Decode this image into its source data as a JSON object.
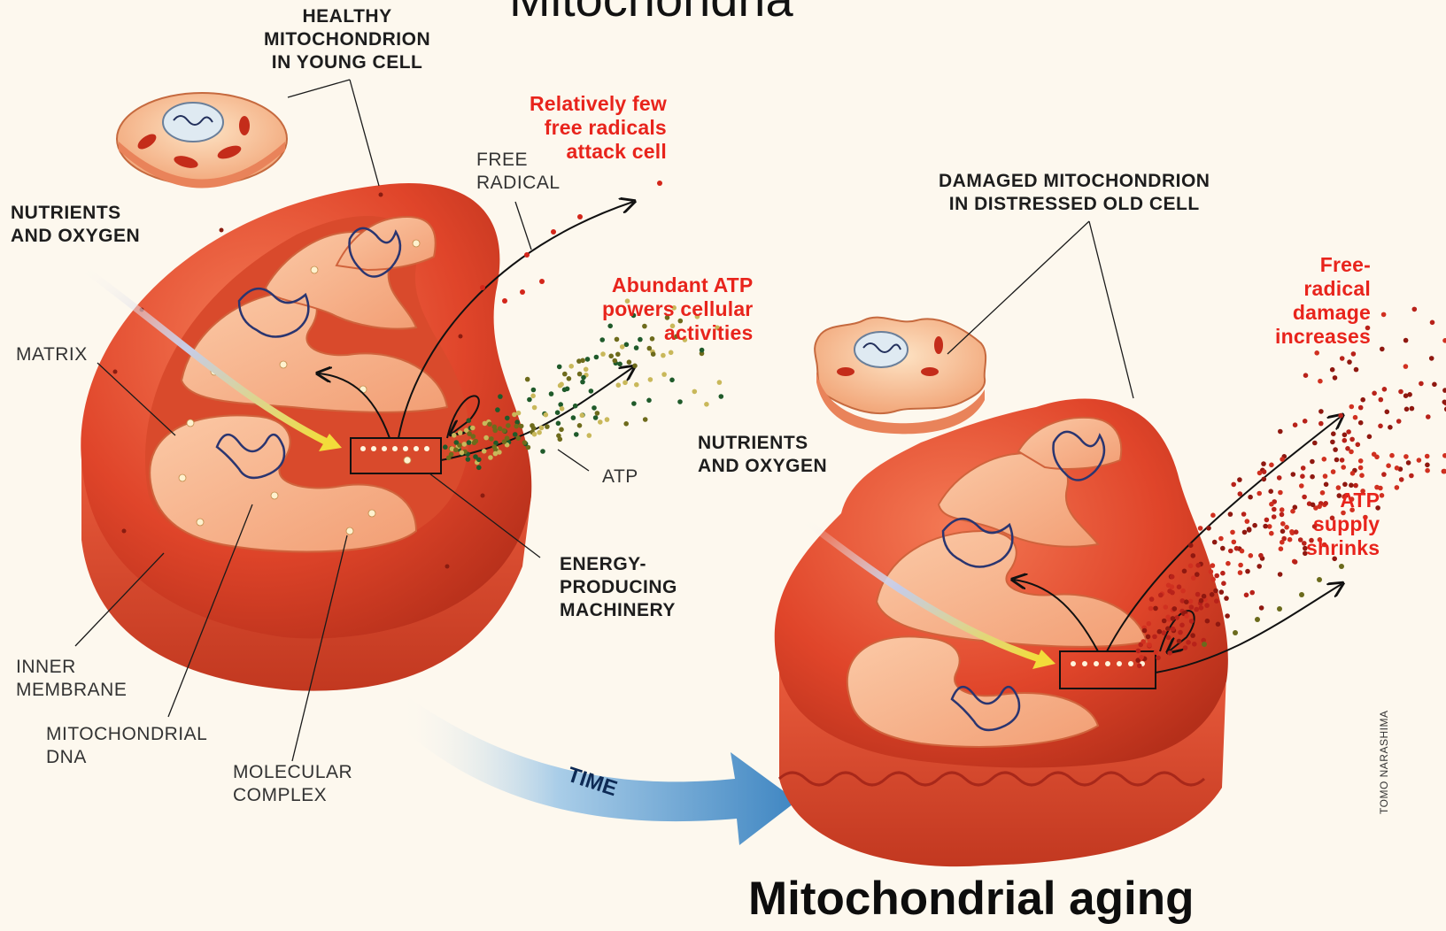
{
  "title": "Mitochondria",
  "subtitle": "Mitochondrial aging",
  "credit": "TOMO NARASHIMA",
  "arrow_label": "TIME",
  "healthy": {
    "heading": "HEALTHY\nMITOCHONDRION\nIN YOUNG CELL",
    "nutrients": "NUTRIENTS\nAND OXYGEN",
    "free_radical": "FREE\nRADICAL",
    "few_radicals": "Relatively few\nfree radicals\nattack cell",
    "abundant_atp": "Abundant ATP\npowers cellular\nactivities",
    "atp": "ATP",
    "matrix": "MATRIX",
    "energy": "ENERGY-\nPRODUCING\nMACHINERY",
    "inner_membrane": "INNER\nMEMBRANE",
    "mito_dna": "MITOCHONDRIAL\nDNA",
    "molecular_complex": "MOLECULAR\nCOMPLEX"
  },
  "damaged": {
    "heading": "DAMAGED MITOCHONDRION\nIN DISTRESSED OLD CELL",
    "nutrients": "NUTRIENTS\nAND OXYGEN",
    "radical_damage": "Free-\nradical\ndamage\nincreases",
    "atp_shrinks": "ATP\nsupply\nshrinks"
  },
  "colors": {
    "organelle": "#e0452a",
    "organelle_dark": "#b8301a",
    "inner": "#f7b08a",
    "emphasis_text": "#e8241c",
    "nutrient_arrow": "#f2dc3a",
    "time_arrow": "#5f9fd0"
  }
}
